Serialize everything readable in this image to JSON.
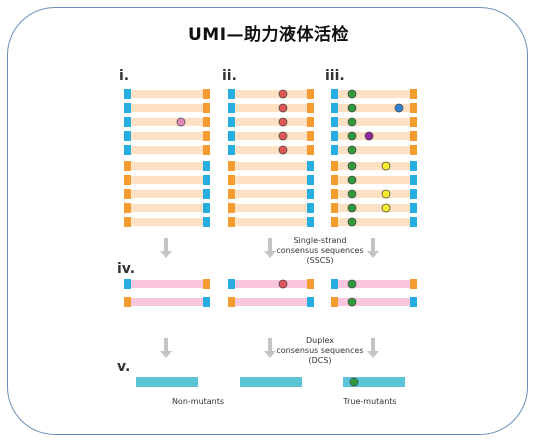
{
  "title": "UMI—助力液体活检",
  "sections": {
    "i": "i.",
    "ii": "ii.",
    "iii": "iii.",
    "iv": "iv.",
    "v": "v."
  },
  "captions": {
    "sscs": [
      "Single-strand",
      "consensus sequences",
      "(SSCS)"
    ],
    "dcs": [
      "Duplex",
      "consensus sequences",
      "(DCS)"
    ],
    "non_mutants": "Non-mutants",
    "true_mutants": "True-mutants"
  },
  "colors": {
    "read_fill": "#fde1c2",
    "sscs_fill": "#f9c6de",
    "dcs_fill": "#5bc4d6",
    "blue_tag": "#27aee0",
    "orange_tag": "#f49c2f",
    "arrow": "#c4c4c4",
    "red_mark": "#e05555",
    "pink_mark": "#e489bb",
    "green_mark": "#2e9a3e",
    "blue_mark": "#2c7fd1",
    "purple_mark": "#8e2a9e",
    "yellow_mark": "#f7ec2e"
  },
  "icons": {
    "arrow": "down-arrow-icon",
    "tag": "umi-tag-icon"
  }
}
